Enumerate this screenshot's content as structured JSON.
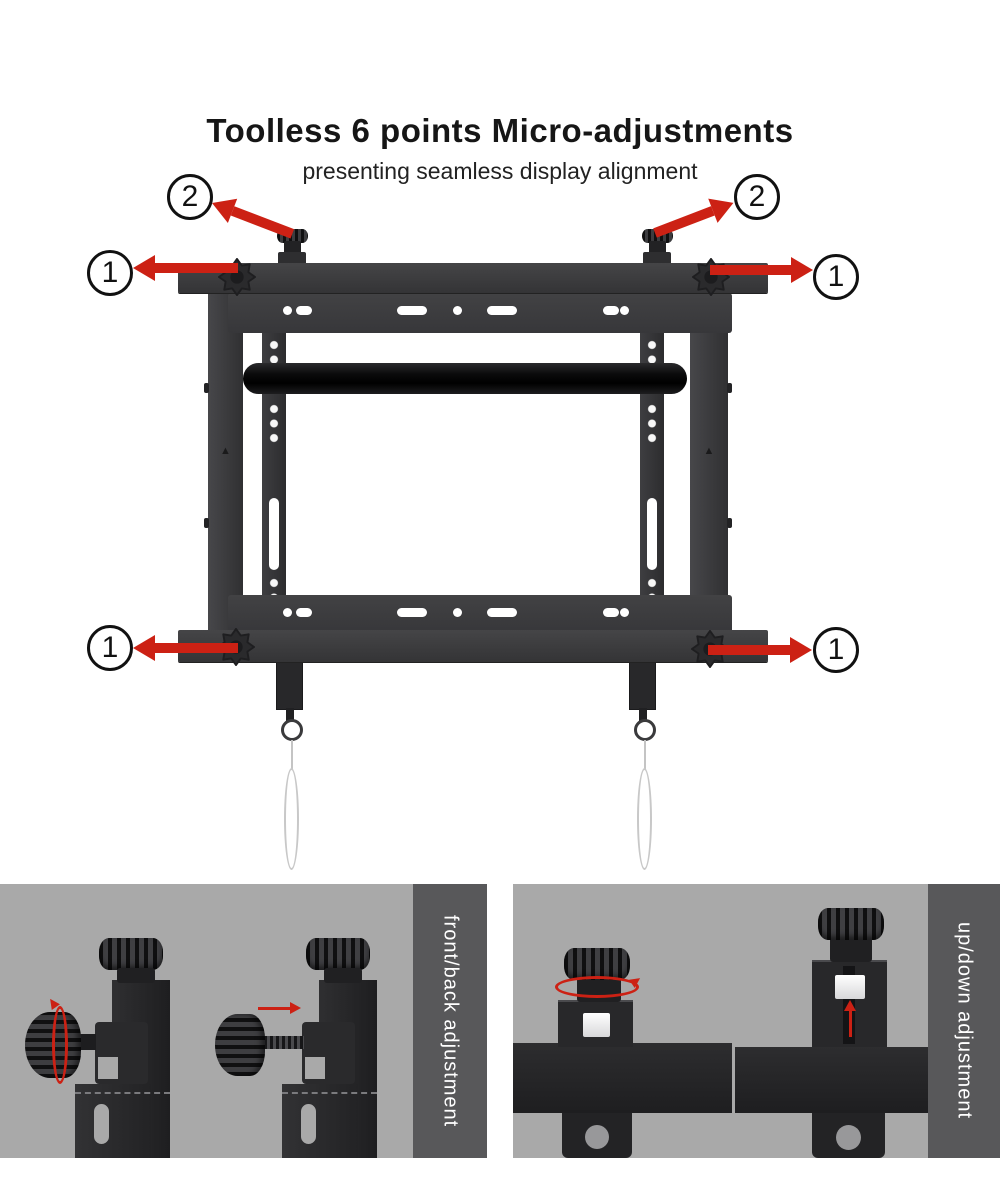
{
  "header": {
    "title": "Toolless 6 points Micro-adjustments",
    "subtitle": "presenting seamless display alignment"
  },
  "callouts": {
    "one": "1",
    "two": "2"
  },
  "panels": {
    "front_back_caption": "front/back adjustment",
    "up_down_caption": "up/down adjustment"
  },
  "colors": {
    "accent_red": "#cc2114",
    "panel_bg": "#a9a9a9",
    "caption_bg": "#58585a",
    "product_dark": "#38383a"
  }
}
